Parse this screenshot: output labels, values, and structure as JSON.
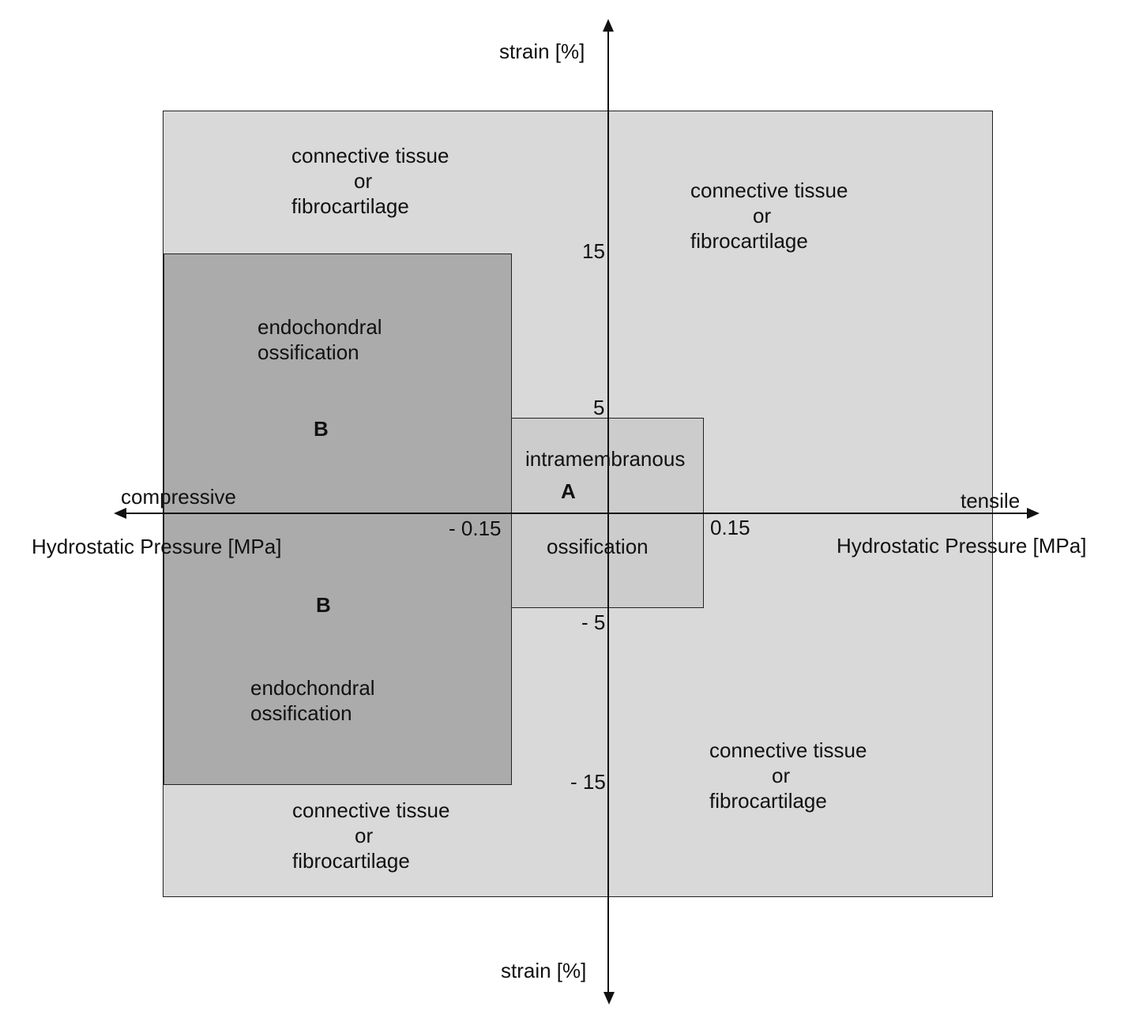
{
  "colors": {
    "outer_region": "#d9d9d9",
    "region_b": "#ababab",
    "region_a": "#cccccc",
    "lines": "#111111"
  },
  "axes": {
    "y_top_label": "strain  [%]",
    "y_bottom_label": "strain  [%]",
    "x_left_direction": "compressive",
    "x_left_label": "Hydrostatic Pressure [MPa]",
    "x_right_direction": "tensile",
    "x_right_label": "Hydrostatic Pressure [MPa]",
    "ticks": {
      "y_15": "15",
      "y_5": "5",
      "y_neg5": "- 5",
      "y_neg15": "- 15",
      "x_neg015": "- 0.15",
      "x_015": "0.15"
    }
  },
  "regions": {
    "connective_tl": [
      "connective tissue",
      "or",
      "fibrocartilage"
    ],
    "connective_tr": [
      "connective tissue",
      "or",
      "fibrocartilage"
    ],
    "connective_bl": [
      "connective tissue",
      "or",
      "fibrocartilage"
    ],
    "connective_br": [
      "connective tissue",
      "or",
      "fibrocartilage"
    ],
    "endo_top": [
      "endochondral",
      "ossification"
    ],
    "endo_bottom": [
      "endochondral",
      "ossification"
    ],
    "b_top_marker": "B",
    "b_bottom_marker": "B",
    "a_marker": "A",
    "intramembranous_top": "intramembranous",
    "intramembranous_bottom": "ossification"
  }
}
